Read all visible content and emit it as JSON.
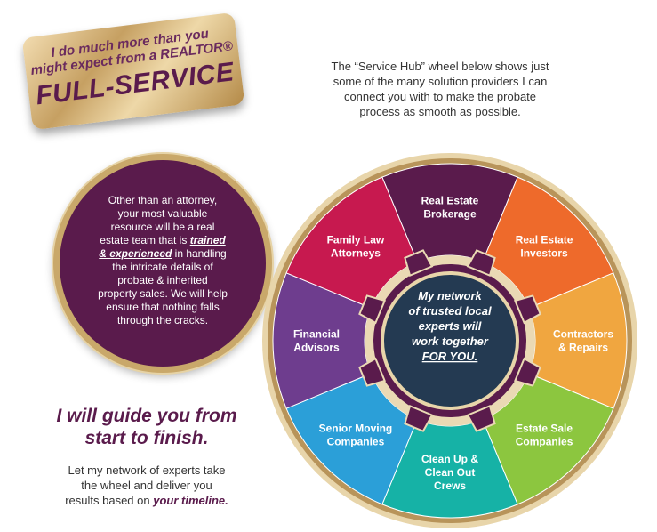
{
  "badge": {
    "line1": "I do much more than you",
    "line2": "might expect from a REALTOR®",
    "title": "FULL-SERVICE"
  },
  "intro": {
    "line1": "The “Service Hub” wheel below shows just",
    "line2": "some of the many solution providers I can",
    "line3": "connect you with to make the probate",
    "line4": "process as smooth as possible."
  },
  "left_circle": {
    "l1": "Other than an attorney,",
    "l2": "your most valuable",
    "l3": "resource will be a real",
    "l4a": "estate team that is ",
    "l4b": "trained",
    "l5a": "& experienced",
    "l5b": " in handling",
    "l6": "the intricate details of",
    "l7": "probate & inherited",
    "l8": "property sales. We will help",
    "l9": "ensure that nothing falls",
    "l10": "through the cracks."
  },
  "guide": {
    "line1": "I will guide you from",
    "line2": "start to finish."
  },
  "network": {
    "line1": "Let my network of experts take",
    "line2": "the wheel and deliver you",
    "line3a": "results based on ",
    "line3b": "your timeline."
  },
  "hub": {
    "line1": "My network",
    "line2": "of trusted local",
    "line3": "experts will",
    "line4": "work together",
    "line5": "FOR YOU."
  },
  "segments": [
    {
      "lines": [
        "Real Estate",
        "Brokerage"
      ],
      "color": "#5a1b4c"
    },
    {
      "lines": [
        "Real Estate",
        "Investors"
      ],
      "color": "#ee6a2b"
    },
    {
      "lines": [
        "Contractors",
        "& Repairs"
      ],
      "color": "#f0a640"
    },
    {
      "lines": [
        "Estate Sale",
        "Companies"
      ],
      "color": "#8cc63f"
    },
    {
      "lines": [
        "Clean Up &",
        "Clean Out",
        "Crews"
      ],
      "color": "#16b2a6"
    },
    {
      "lines": [
        "Senior Moving",
        "Companies"
      ],
      "color": "#2b9fd8"
    },
    {
      "lines": [
        "Financial",
        "Advisors"
      ],
      "color": "#6e3d8e"
    },
    {
      "lines": [
        "Family Law",
        "Attorneys"
      ],
      "color": "#c7194f"
    }
  ],
  "colors": {
    "plum": "#5a1b4c",
    "gold": "#c9a86a",
    "hub_navy": "#243a52"
  }
}
